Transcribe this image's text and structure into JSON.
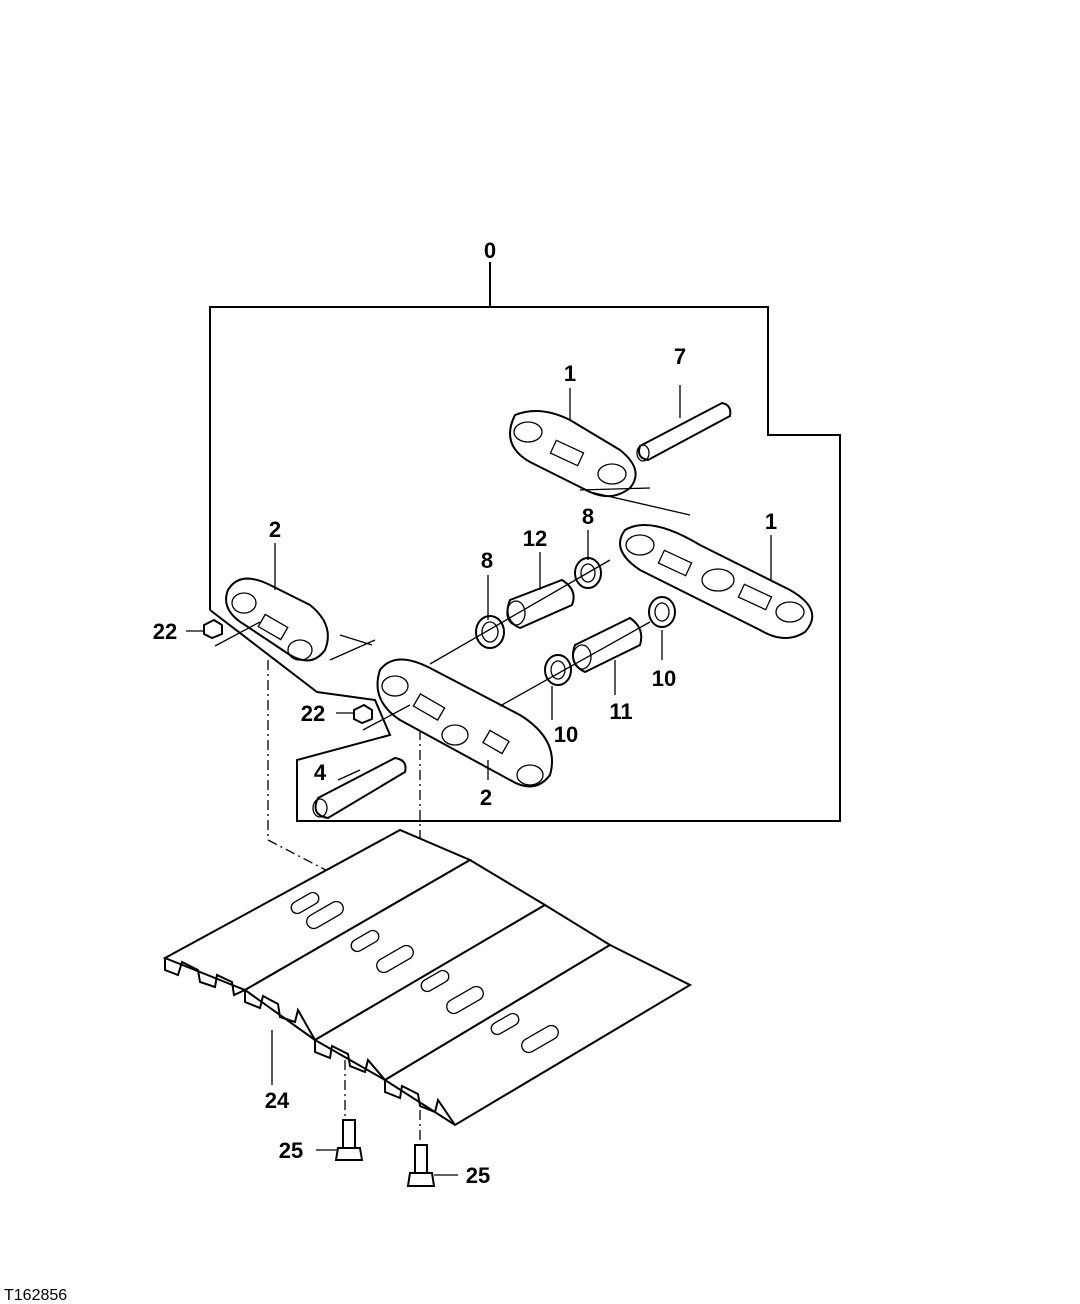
{
  "figure_id": "T162856",
  "callouts": {
    "c0": "0",
    "c1a": "1",
    "c1b": "1",
    "c7": "7",
    "c2a": "2",
    "c2b": "2",
    "c8a": "8",
    "c8b": "8",
    "c12": "12",
    "c22a": "22",
    "c22b": "22",
    "c10a": "10",
    "c10b": "10",
    "c11": "11",
    "c4": "4",
    "c24": "24",
    "c25a": "25",
    "c25b": "25"
  }
}
